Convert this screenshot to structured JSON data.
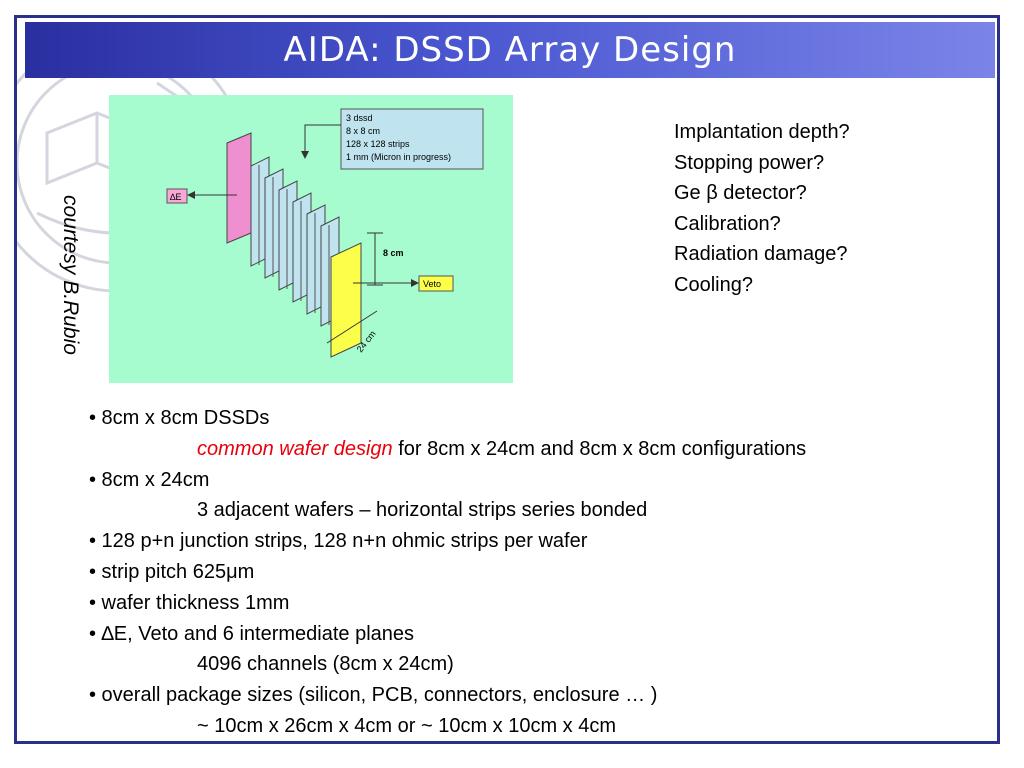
{
  "title": "AIDA: DSSD Array Design",
  "credit": "courtesy B.Rubio",
  "diagram": {
    "info_lines": [
      "3 dssd",
      "8 x 8 cm",
      "128 x 128 strips",
      "1 mm (Micron in progress)"
    ],
    "delta_e_label": "∆E",
    "height_label": "8 cm",
    "veto_label": "Veto",
    "length_label": "24 cm"
  },
  "questions": [
    "Implantation depth?",
    "Stopping power?",
    "Ge β detector?",
    "Calibration?",
    "Radiation damage?",
    "Cooling?"
  ],
  "bullets": {
    "b1": "• 8cm x 8cm DSSDs",
    "b1_sub_red": "common wafer design",
    "b1_sub_rest": " for 8cm x 24cm and 8cm x 8cm configurations",
    "b2": "• 8cm x 24cm",
    "b2_sub": "3 adjacent wafers – horizontal strips series bonded",
    "b3": "• 128 p+n junction strips, 128 n+n ohmic strips per wafer",
    "b4": "• strip pitch 625μm",
    "b5": "• wafer thickness 1mm",
    "b6": "• ∆E, Veto and 6 intermediate planes",
    "b6_sub": "4096 channels (8cm x 24cm)",
    "b7": "• overall package sizes (silicon, PCB, connectors, enclosure … )",
    "b7_sub": "~ 10cm x 26cm x 4cm or ~ 10cm x 10cm x 4cm"
  }
}
